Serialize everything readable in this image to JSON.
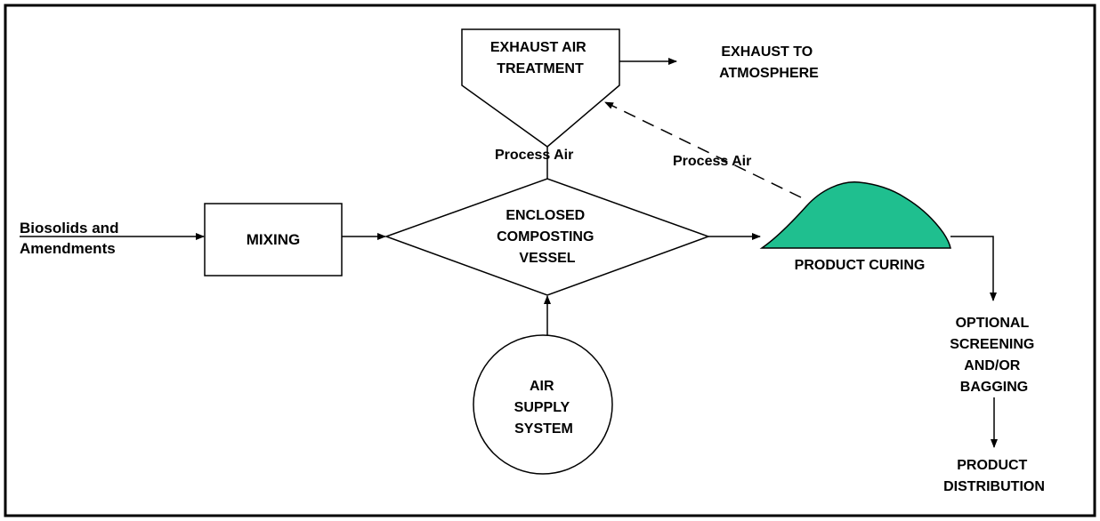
{
  "diagram": {
    "colors": {
      "stroke": "#000000",
      "curing_pile": "#1fbf8f",
      "background": "#ffffff"
    },
    "nodes": {
      "input": {
        "lines": [
          "Biosolids and",
          "Amendments"
        ]
      },
      "mixing": {
        "lines": [
          "MIXING"
        ]
      },
      "vessel": {
        "lines": [
          "ENCLOSED",
          "COMPOSTING",
          "VESSEL"
        ]
      },
      "air_supply": {
        "lines": [
          "AIR",
          "SUPPLY",
          "SYSTEM"
        ]
      },
      "exhaust_treatment": {
        "lines": [
          "EXHAUST AIR",
          "TREATMENT"
        ]
      },
      "exhaust_atmosphere": {
        "lines": [
          "EXHAUST TO",
          "ATMOSPHERE"
        ]
      },
      "curing": {
        "lines": [
          "PRODUCT CURING"
        ]
      },
      "screening": {
        "lines": [
          "OPTIONAL",
          "SCREENING",
          "AND/OR",
          "BAGGING"
        ]
      },
      "distribution": {
        "lines": [
          "PRODUCT",
          "DISTRIBUTION"
        ]
      }
    },
    "edges": {
      "process_air_vessel": "Process Air",
      "process_air_curing": "Process Air"
    }
  }
}
